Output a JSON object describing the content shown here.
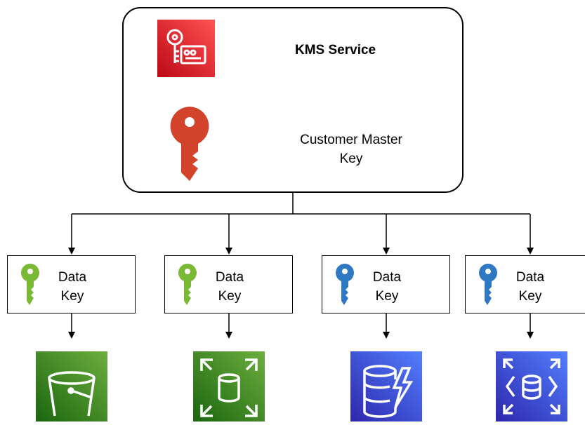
{
  "kms": {
    "title": "KMS Service",
    "cmk_label": "Customer Master\nKey",
    "kms_icon": "kms-key-card-icon",
    "cmk_icon": "master-key-icon",
    "colors": {
      "kms_tile": "#d42a2f",
      "cmk_key": "#d3422a"
    }
  },
  "data_keys": [
    {
      "label": "Data\nKey",
      "icon": "key-icon",
      "color": "#7ab934"
    },
    {
      "label": "Data\nKey",
      "icon": "key-icon",
      "color": "#7ab934"
    },
    {
      "label": "Data\nKey",
      "icon": "key-icon",
      "color": "#2f79c4"
    },
    {
      "label": "Data\nKey",
      "icon": "key-icon",
      "color": "#2f79c4"
    }
  ],
  "services": [
    {
      "icon": "s3-bucket-icon",
      "color": "#3f8624"
    },
    {
      "icon": "storage-volume-icon",
      "color": "#3f8624"
    },
    {
      "icon": "dynamodb-icon",
      "color": "#3f51d3"
    },
    {
      "icon": "rds-database-icon",
      "color": "#3f51d3"
    }
  ]
}
